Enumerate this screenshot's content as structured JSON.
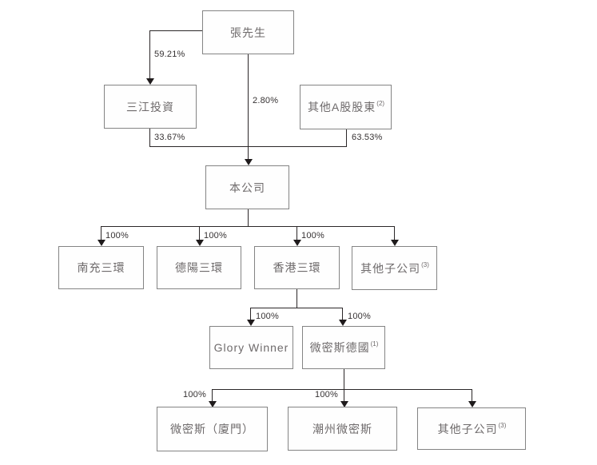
{
  "diagram": {
    "type": "org-structure-chart",
    "nodes": {
      "mr_zhang": {
        "label": "張先生"
      },
      "sanjiang": {
        "label": "三江投資"
      },
      "other_a_share": {
        "label": "其他A股股東",
        "sup": "(2)"
      },
      "company": {
        "label": "本公司"
      },
      "nanchong": {
        "label": "南充三環"
      },
      "deyang": {
        "label": "德陽三環"
      },
      "hongkong": {
        "label": "香港三環"
      },
      "other_subs_mid": {
        "label": "其他子公司",
        "sup": "(3)"
      },
      "glory_winner": {
        "label": "Glory Winner"
      },
      "wms_germany": {
        "label": "微密斯德國",
        "sup": "(1)"
      },
      "wms_xiamen": {
        "label": "微密斯（廈門）"
      },
      "chaozhou_wms": {
        "label": "潮州微密斯"
      },
      "other_subs_bottom": {
        "label": "其他子公司",
        "sup": "(3)"
      }
    },
    "edges": {
      "zhang_to_sanjiang": "59.21%",
      "zhang_to_company": "2.80%",
      "sanjiang_to_company": "33.67%",
      "other_a_to_company": "63.53%",
      "company_to_nanchong": "100%",
      "company_to_deyang": "100%",
      "company_to_hongkong": "100%",
      "hk_to_glory": "100%",
      "hk_to_wms_germany": "100%",
      "germany_to_xiamen": "100%",
      "germany_to_chaozhou": "100%"
    },
    "colors": {
      "connector_line": "#2b2728",
      "box_border": "#848484",
      "box_fill": "#fefefe",
      "box_text": "#6e6a6b",
      "percent_text": "#363233",
      "background": "#ffffff"
    }
  }
}
